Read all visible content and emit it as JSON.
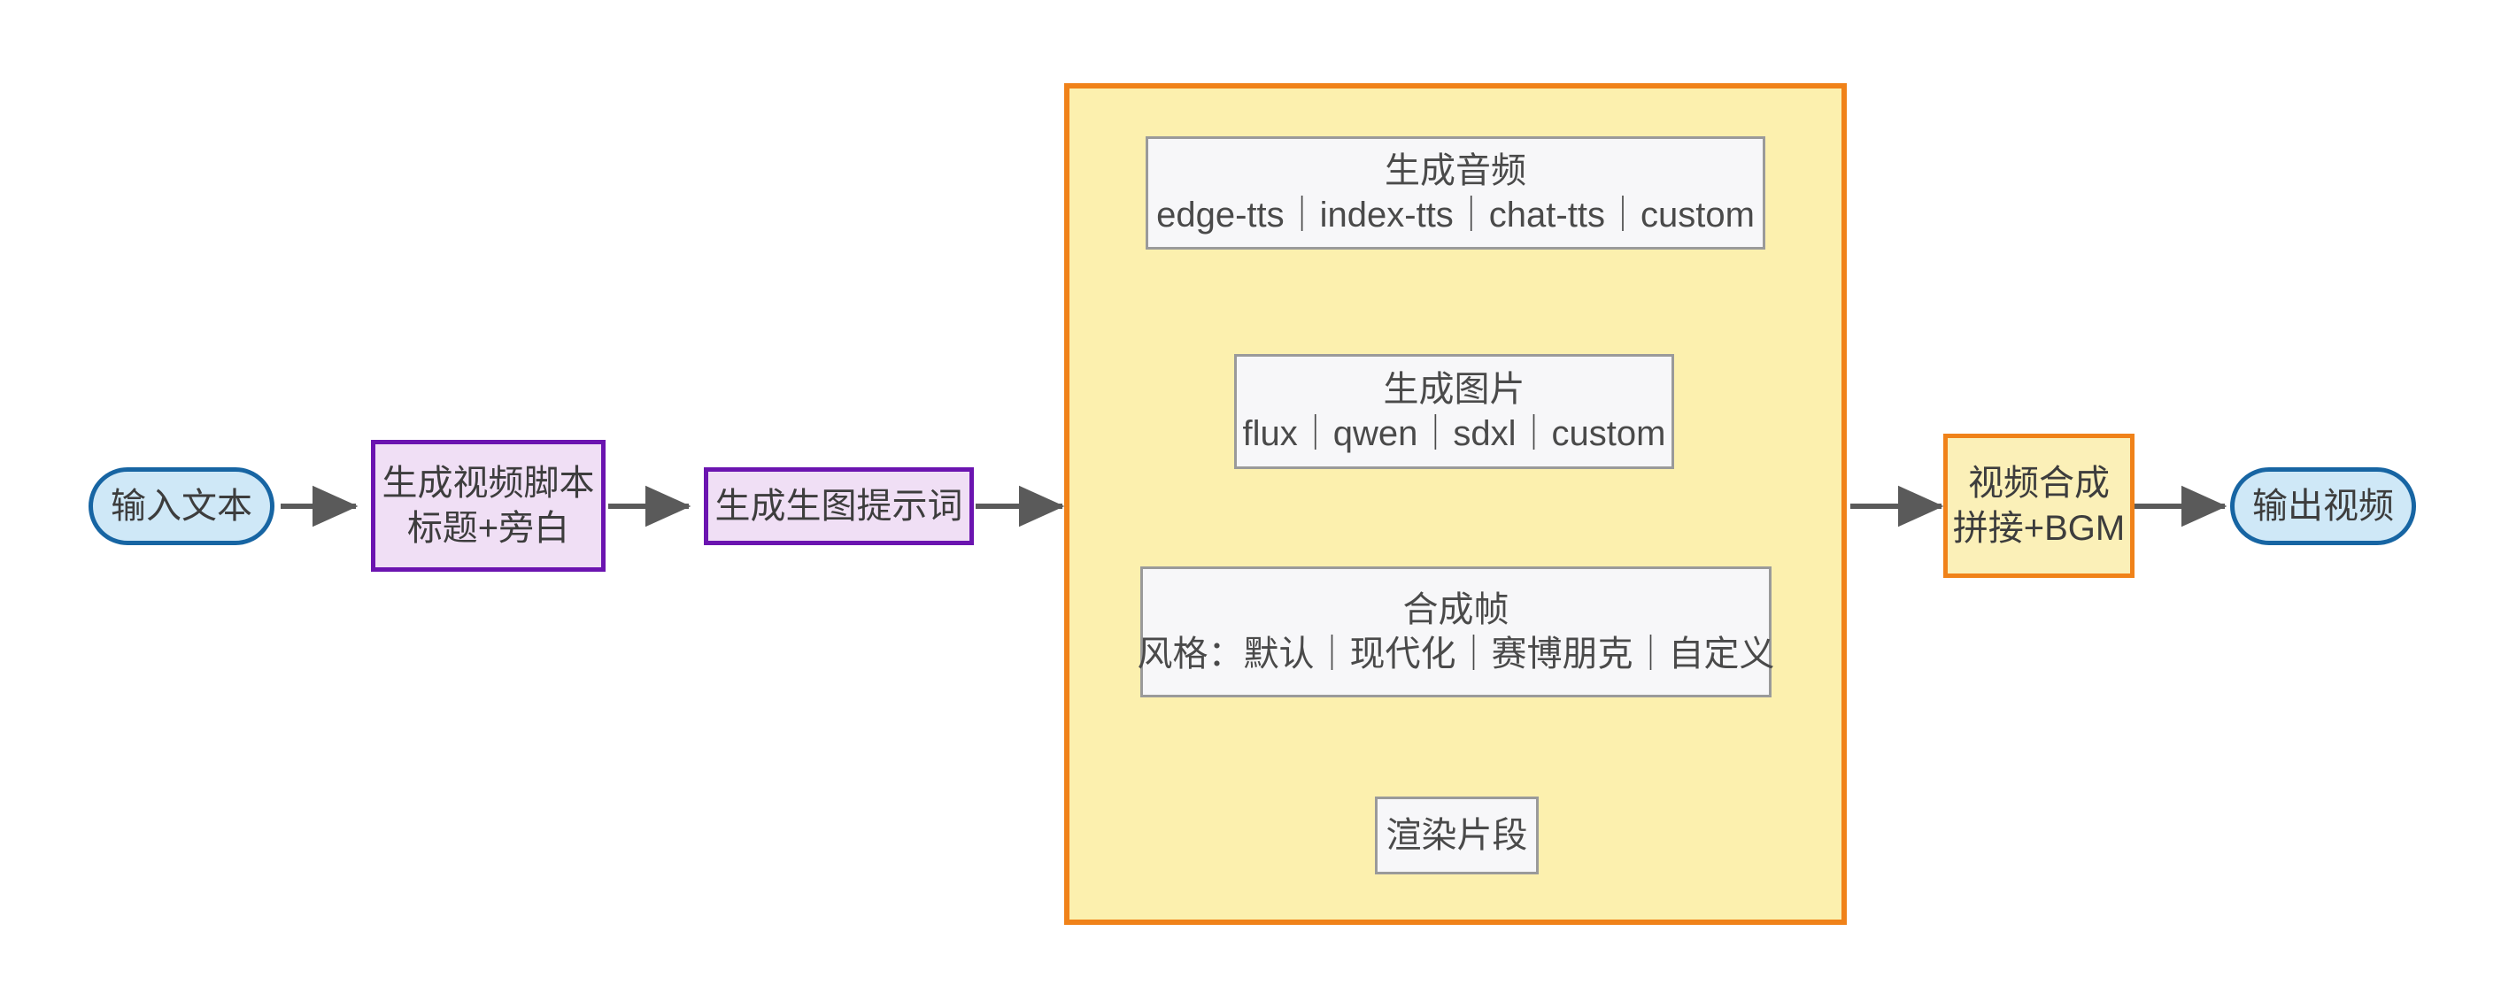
{
  "diagram": {
    "type": "flowchart",
    "orientation": "left-to-right",
    "title": "",
    "colors": {
      "terminal_fill": "#cfe8f7",
      "terminal_stroke": "#1765a3",
      "process_purple_fill": "#f0dff5",
      "process_purple_stroke": "#6b14b0",
      "process_orange_fill": "#fbf0b8",
      "process_orange_stroke": "#f08219",
      "plain_fill": "#f7f7f9",
      "plain_stroke": "#9a9a9a",
      "subgraph_fill": "#fcf0ae",
      "subgraph_stroke": "#f08219",
      "edge_stroke": "#5a5a5a",
      "text": "#3d3d3d",
      "background": "#ffffff"
    },
    "nodes": {
      "input_text": {
        "label": "输入文本",
        "shape": "stadium"
      },
      "script": {
        "line1": "生成视频脚本",
        "line2": "标题+旁白",
        "shape": "rect"
      },
      "prompt": {
        "label": "生成生图提示词",
        "shape": "rect"
      },
      "audio": {
        "line1": "生成音频",
        "line2": "edge-tts｜index-tts｜chat-tts｜custom",
        "shape": "rect"
      },
      "image": {
        "line1": "生成图片",
        "line2": "flux｜qwen｜sdxl｜custom",
        "shape": "rect"
      },
      "frame": {
        "line1": "合成帧",
        "line2": "风格：默认｜现代化｜赛博朋克｜自定义",
        "shape": "rect"
      },
      "render": {
        "label": "渲染片段",
        "shape": "rect"
      },
      "compose": {
        "line1": "视频合成",
        "line2": "拼接+BGM",
        "shape": "rect"
      },
      "output_video": {
        "label": "输出视频",
        "shape": "stadium"
      }
    },
    "subgraph": {
      "label": ""
    },
    "edges": [
      {
        "from": "input_text",
        "to": "script",
        "label": ""
      },
      {
        "from": "script",
        "to": "prompt",
        "label": ""
      },
      {
        "from": "prompt",
        "to": "subgraph",
        "label": ""
      },
      {
        "from": "audio",
        "to": "image",
        "label": ""
      },
      {
        "from": "image",
        "to": "frame",
        "label": ""
      },
      {
        "from": "frame",
        "to": "render",
        "label": ""
      },
      {
        "from": "subgraph",
        "to": "compose",
        "label": ""
      },
      {
        "from": "compose",
        "to": "output_video",
        "label": ""
      }
    ]
  }
}
